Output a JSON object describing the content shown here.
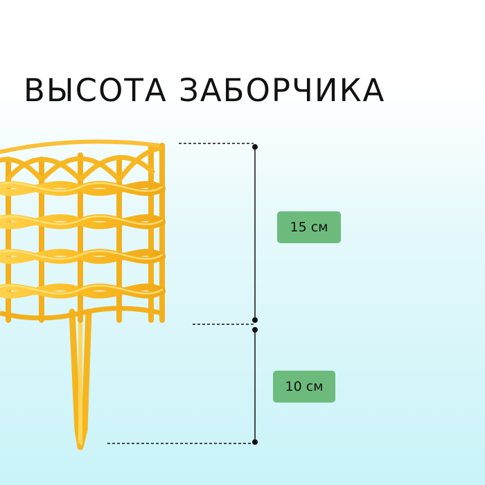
{
  "title": "ВЫСОТА ЗАБОРЧИКА",
  "dimensions": {
    "upper_label": "15 см",
    "lower_label": "10 см"
  },
  "colors": {
    "fence": "#fbc02d",
    "fence_light": "#ffd95a",
    "fence_dark": "#e8a412",
    "badge": "#6dbb7c",
    "line": "#111111"
  },
  "icons": {
    "fence": "garden-fence-icon"
  }
}
